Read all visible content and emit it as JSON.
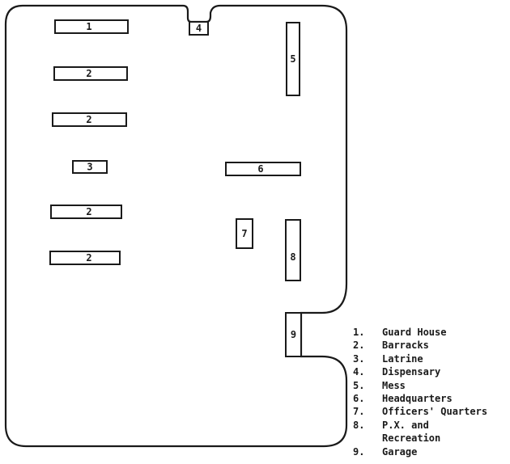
{
  "buildings": [
    {
      "key": "guard-house",
      "label": "1"
    },
    {
      "key": "barracks-a",
      "label": "2"
    },
    {
      "key": "barracks-b",
      "label": "2"
    },
    {
      "key": "latrine",
      "label": "3"
    },
    {
      "key": "barracks-c",
      "label": "2"
    },
    {
      "key": "barracks-d",
      "label": "2"
    },
    {
      "key": "dispensary",
      "label": "4"
    },
    {
      "key": "mess",
      "label": "5"
    },
    {
      "key": "headquarters",
      "label": "6"
    },
    {
      "key": "officers-quarters",
      "label": "7"
    },
    {
      "key": "px-recreation",
      "label": "8"
    },
    {
      "key": "garage",
      "label": "9"
    }
  ],
  "legend": {
    "items": [
      {
        "num": "1.",
        "text": "Guard House"
      },
      {
        "num": "2.",
        "text": "Barracks"
      },
      {
        "num": "3.",
        "text": "Latrine"
      },
      {
        "num": "4.",
        "text": "Dispensary"
      },
      {
        "num": "5.",
        "text": "Mess"
      },
      {
        "num": "6.",
        "text": "Headquarters"
      },
      {
        "num": "7.",
        "text": "Officers' Quarters"
      },
      {
        "num": "8.",
        "text": "P.X. and"
      },
      {
        "num": "",
        "text": "Recreation"
      },
      {
        "num": "9.",
        "text": "Garage"
      }
    ]
  }
}
